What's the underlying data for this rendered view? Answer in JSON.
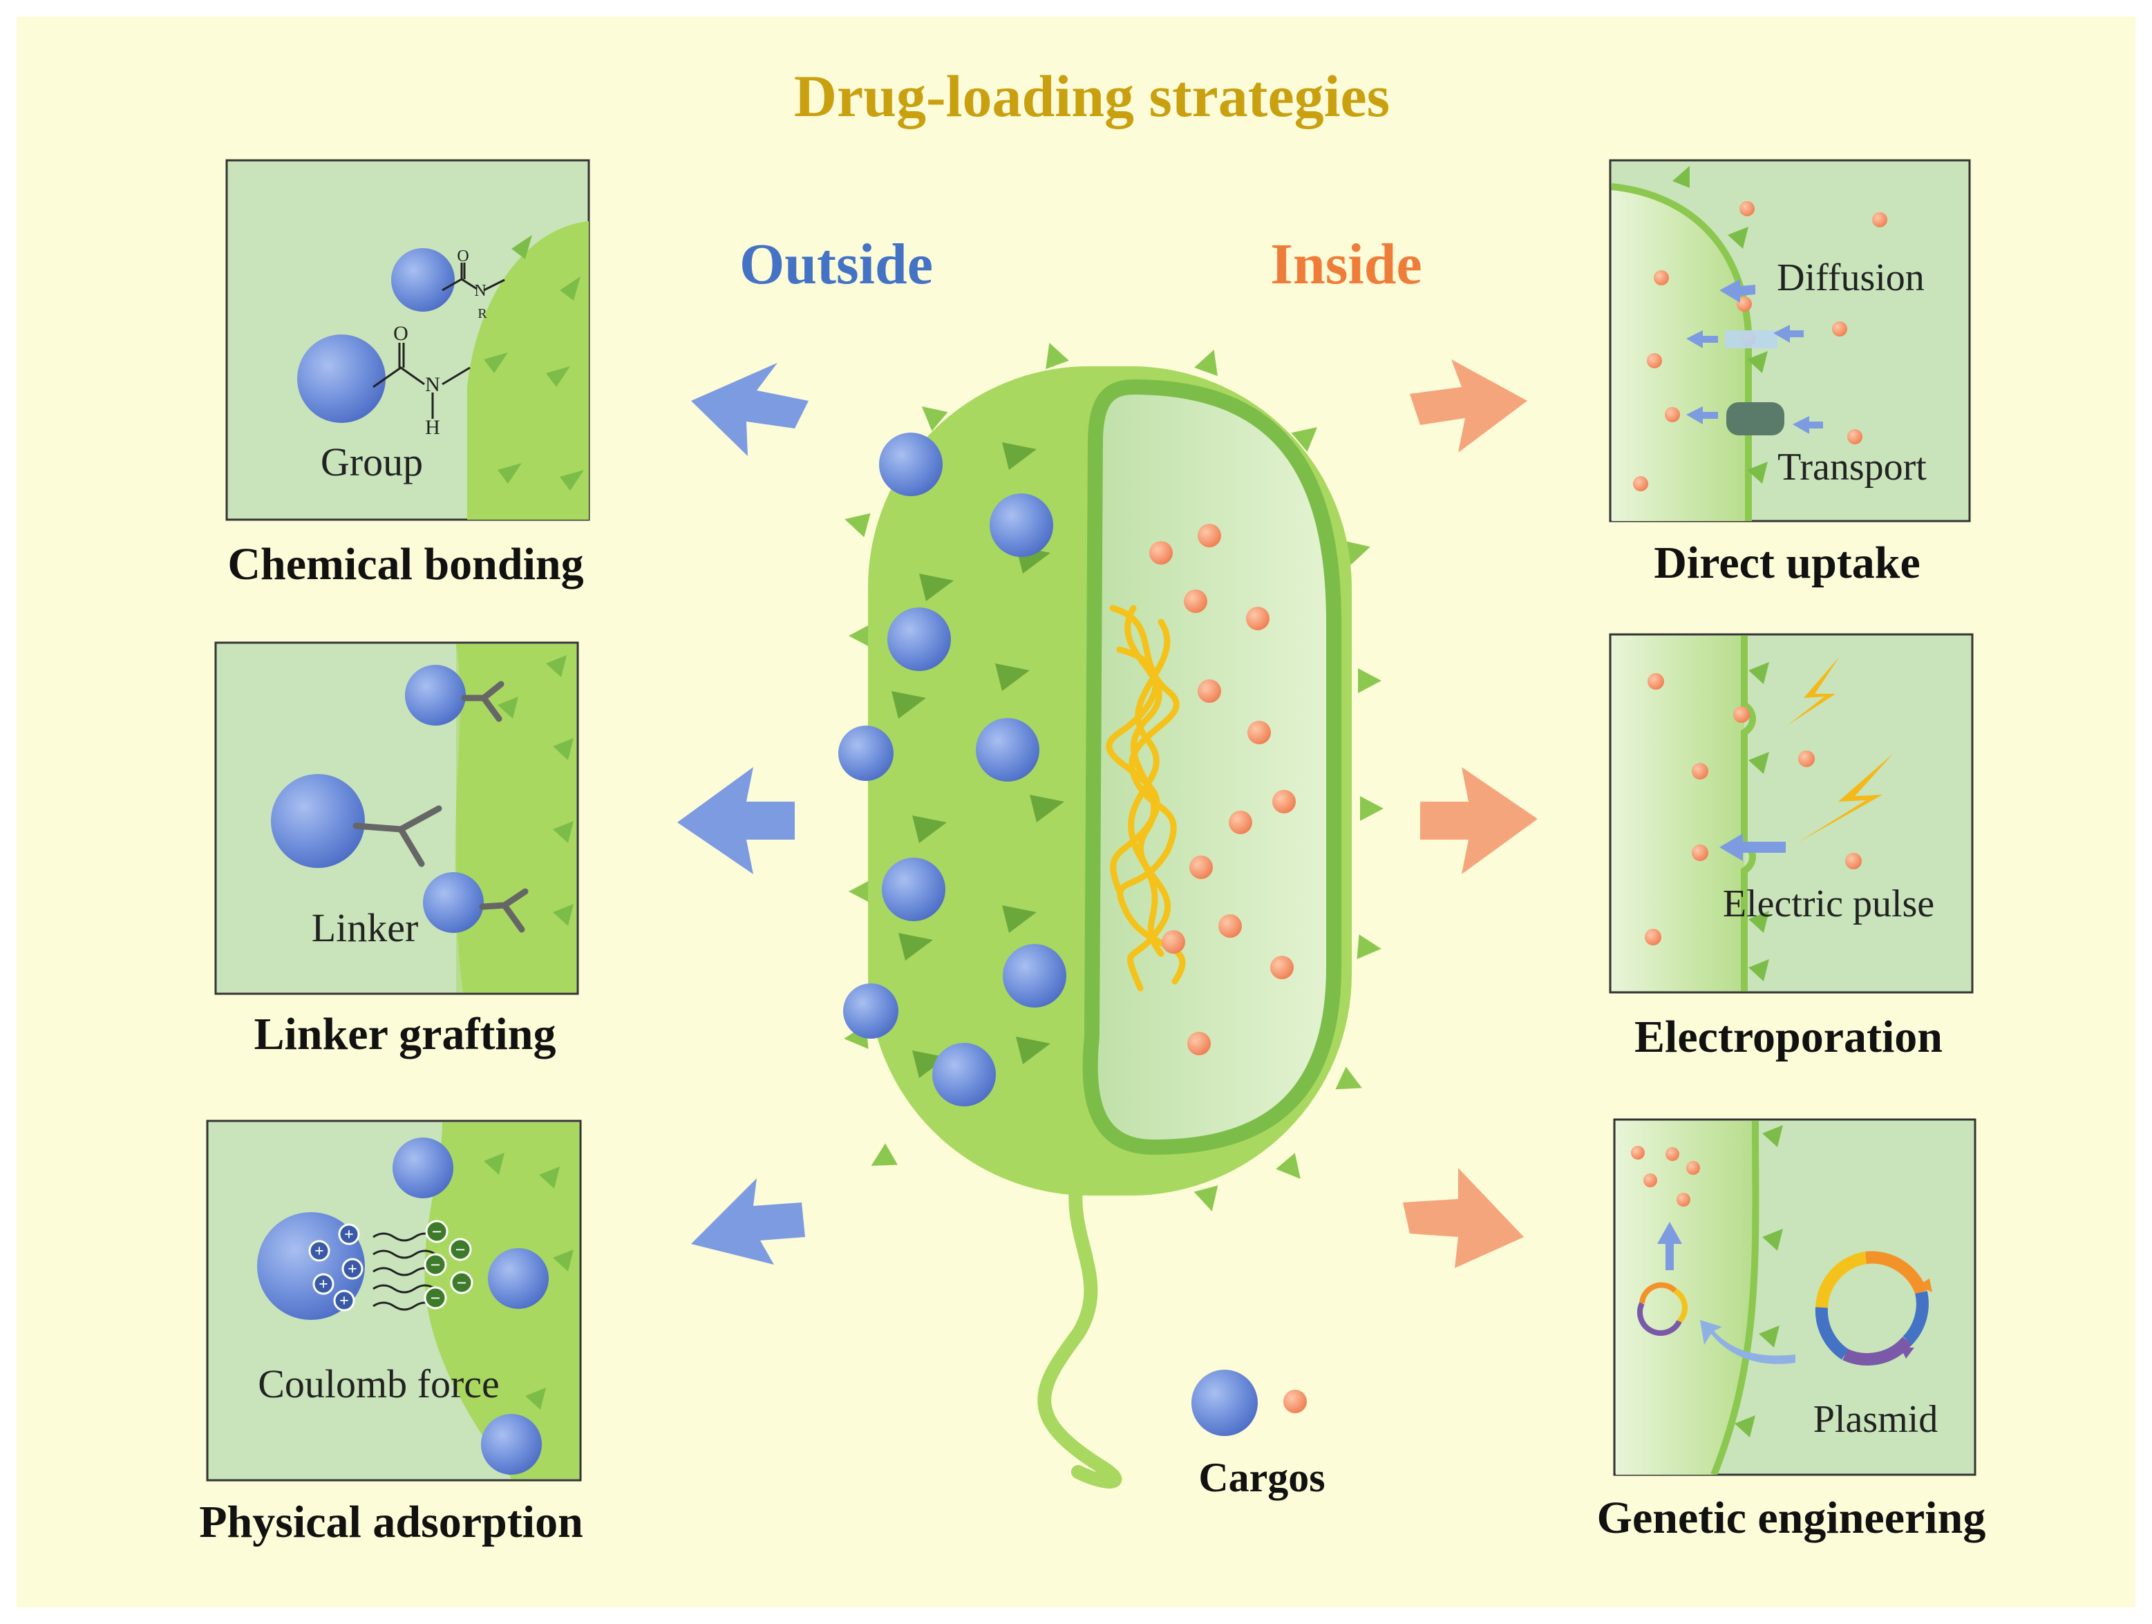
{
  "title": "Drug-loading strategies",
  "sides": {
    "outside": "Outside",
    "inside": "Inside"
  },
  "outside_methods": [
    {
      "caption": "Chemical bonding",
      "label": "Group"
    },
    {
      "caption": "Linker grafting",
      "label": "Linker"
    },
    {
      "caption": "Physical adsorption",
      "label": "Coulomb force"
    }
  ],
  "inside_methods": [
    {
      "caption": "Direct uptake",
      "labels": [
        "Diffusion",
        "Transport"
      ]
    },
    {
      "caption": "Electroporation",
      "label": "Electric pulse"
    },
    {
      "caption": "Genetic engineering",
      "label": "Plasmid"
    }
  ],
  "chem_atoms": {
    "oxygen": "O",
    "nitrogen": "N",
    "hydrogen": "H",
    "r_group": "R"
  },
  "charges": {
    "plus": "+",
    "minus": "−"
  },
  "legend": {
    "label": "Cargos"
  },
  "colors": {
    "background": "#fdfcd8",
    "title": "#c8a010",
    "outside": "#4472c4",
    "inside": "#ef7d3a",
    "bacterium": "#a8d860",
    "bacterium_dark": "#7cbd4a",
    "panel": "#c9e4bb",
    "blue_cargo": "#6f8fdb",
    "orange_cargo": "#f4956a"
  }
}
